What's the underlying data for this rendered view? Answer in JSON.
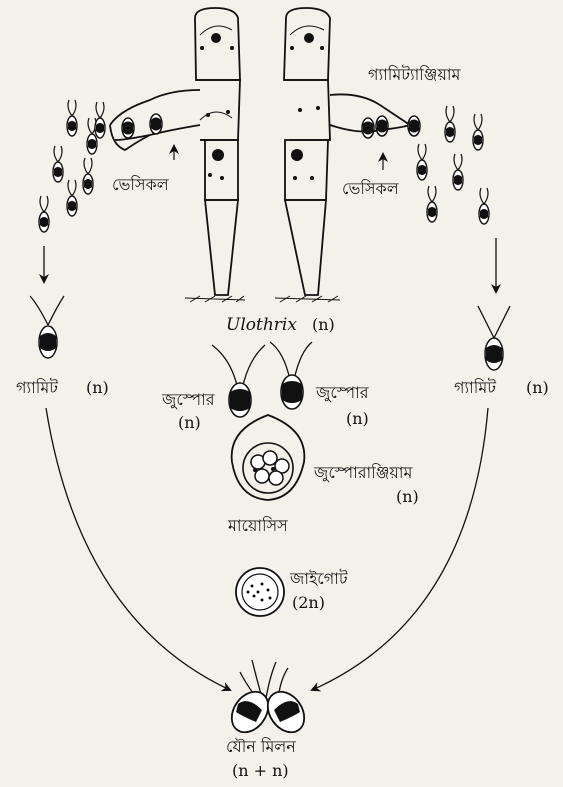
{
  "labels": {
    "gametangium": "গ্যামিট্যাঞ্জিয়াম",
    "vesicle_left": "ভেসিকল",
    "vesicle_right": "ভেসিকল",
    "ulothrix": "Ulothrix",
    "ulothrix_ploidy": "(n)",
    "gamete_left": "গ্যামিট",
    "gamete_left_ploidy": "(n)",
    "gamete_right": "গ্যামিট",
    "gamete_right_ploidy": "(n)",
    "zoospore_left": "জুস্পোর",
    "zoospore_left_ploidy": "(n)",
    "zoospore_right": "জুস্পোর",
    "zoospore_right_ploidy": "(n)",
    "zoosporangium": "জুস্পোরাঞ্জিয়াম",
    "zoosporangium_ploidy": "(n)",
    "meiosis": "মায়োসিস",
    "zygote": "জাইগোট",
    "zygote_ploidy": "(2n)",
    "fusion": "যৌন মিলন",
    "fusion_ploidy": "(n + n)"
  }
}
